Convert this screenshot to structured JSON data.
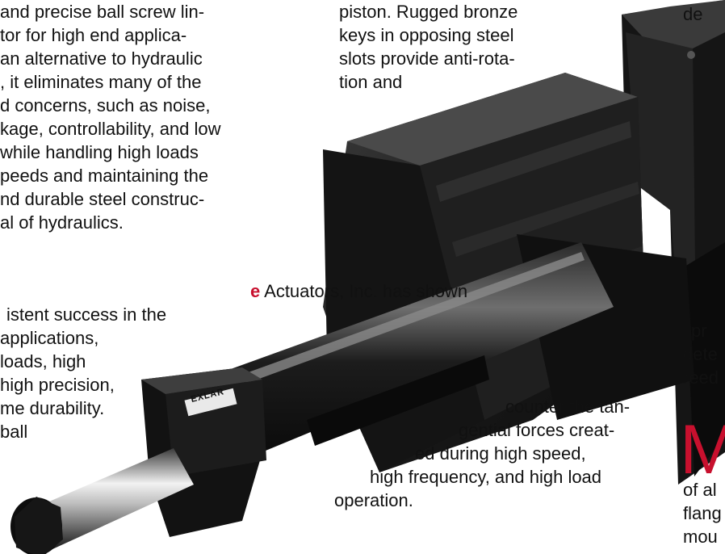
{
  "left_column": {
    "lines": [
      "and precise ball screw lin-",
      "tor for high end applica-",
      "an alternative to hydraulic",
      ", it eliminates many of the",
      "d concerns, such as noise,",
      "kage, controllability, and low",
      "while handling high loads",
      "peeds and maintaining the",
      "nd durable steel construc-",
      "al of hydraulics."
    ],
    "para2_accent": "e",
    "para2_first_rest": " Actuators, Inc. has shown",
    "para2_lines": [
      "istent success in the",
      "applications,",
      "loads, high",
      "high precision,",
      "me durability.",
      "ball"
    ]
  },
  "middle_column": {
    "lines": [
      "piston.  Rugged bronze",
      "keys in opposing steel",
      "slots provide anti-rota-",
      "tion and"
    ]
  },
  "right_fragments": {
    "top": "de",
    "lines": [
      "pr",
      "dete",
      "reed"
    ]
  },
  "continuation": {
    "lines": [
      "counter the tan-",
      "gential forces creat-",
      "ed during high speed,",
      "high frequency, and high load",
      "operation."
    ]
  },
  "dropcap_section": {
    "letter": "M",
    "lines": [
      "of al",
      "flang",
      "mou"
    ]
  },
  "nameplate": {
    "label": "EXLAR"
  },
  "colors": {
    "accent": "#c8102e",
    "text": "#111111",
    "actuator_dark": "#1a1a1a"
  }
}
